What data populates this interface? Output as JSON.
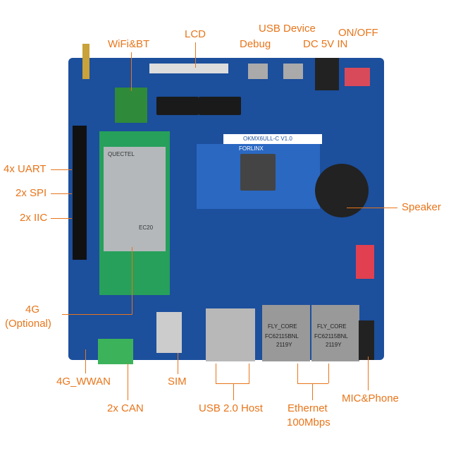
{
  "labels": {
    "lcd": "LCD",
    "usb_device": "USB Device",
    "wifi_bt": "WiFi&BT",
    "debug": "Debug",
    "dc_in": "DC 5V IN",
    "on_off": "ON/OFF",
    "uart": "4x UART",
    "spi": "2x SPI",
    "iic": "2x IIC",
    "speaker": "Speaker",
    "g4": "4G",
    "g4_opt": "(Optional)",
    "wwan": "4G_WWAN",
    "can": "2x CAN",
    "sim": "SIM",
    "usb_host": "USB 2.0 Host",
    "ethernet": "Ethernet",
    "ethernet_speed": "100Mbps",
    "mic": "MIC&Phone"
  },
  "board": {
    "model": "OKMX6ULL-C V1.0",
    "brand": "FORLINX",
    "module_brand": "QUECTEL",
    "module_model": "EC20",
    "eth_brand": "FLY_CORE",
    "eth_part": "FC62115BNL",
    "eth_date": "2119Y"
  },
  "colors": {
    "accent": "#e8751a",
    "board": "#1c4f9c"
  }
}
